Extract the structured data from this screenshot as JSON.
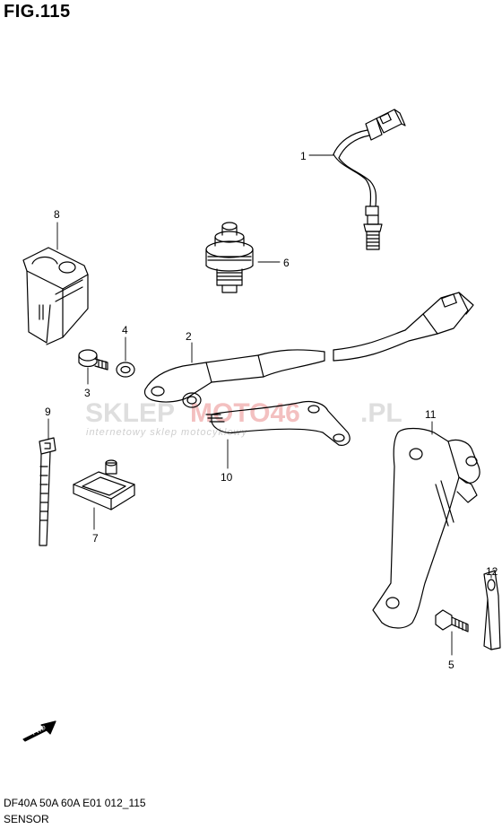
{
  "figure": {
    "title": "FIG.115",
    "model_code": "DF40A 50A 60A E01 012_115",
    "name": "SENSOR"
  },
  "callouts": [
    {
      "id": "1",
      "label": "1"
    },
    {
      "id": "2",
      "label": "2"
    },
    {
      "id": "3",
      "label": "3"
    },
    {
      "id": "4",
      "label": "4"
    },
    {
      "id": "5",
      "label": "5"
    },
    {
      "id": "6",
      "label": "6"
    },
    {
      "id": "7",
      "label": "7"
    },
    {
      "id": "8",
      "label": "8"
    },
    {
      "id": "9",
      "label": "9"
    },
    {
      "id": "10",
      "label": "10"
    },
    {
      "id": "11",
      "label": "11"
    },
    {
      "id": "12",
      "label": "12"
    }
  ],
  "fwd_label": "FWD",
  "watermark": {
    "brand_a": "SKLEP",
    "brand_b": "MOTO46",
    "brand_c": ".PL",
    "tagline": "internetowy sklep motocyklowy"
  }
}
